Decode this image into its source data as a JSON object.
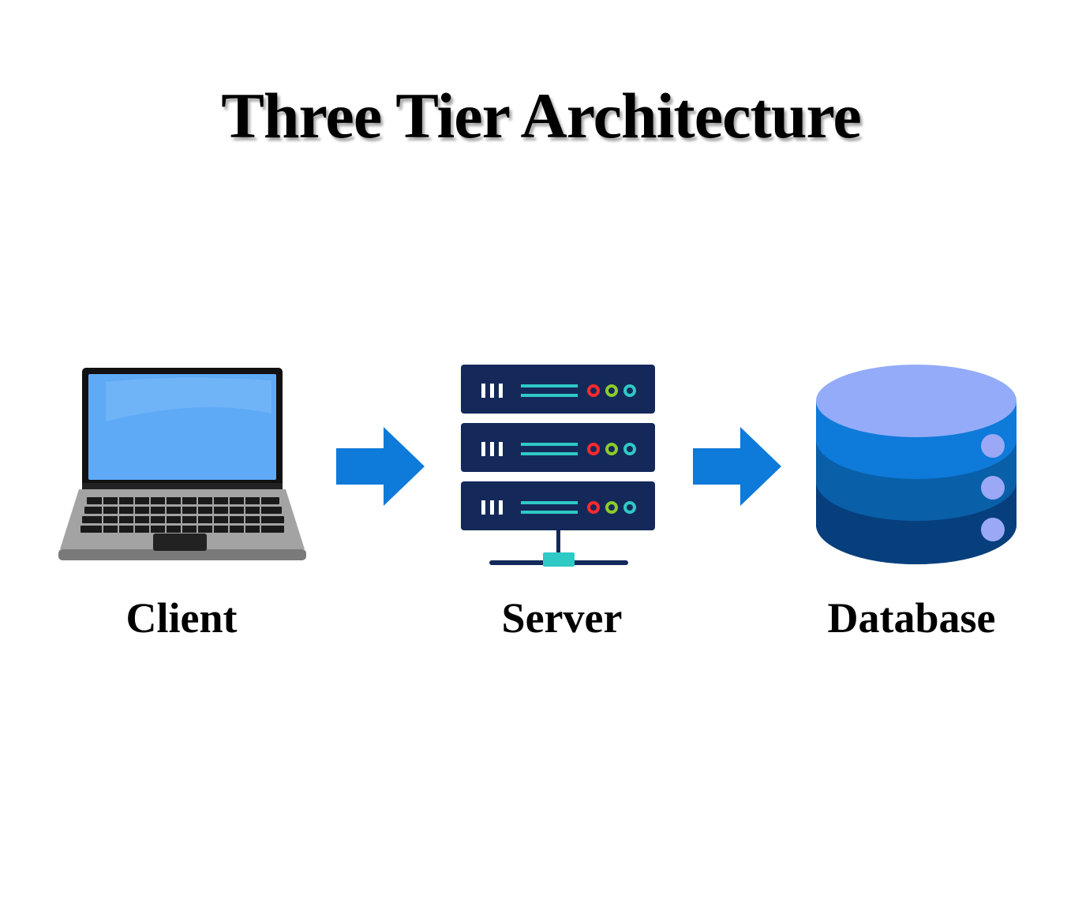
{
  "title": "Three Tier Architecture",
  "tiers": [
    {
      "label": "Client",
      "icon": "laptop-icon"
    },
    {
      "label": "Server",
      "icon": "server-rack-icon"
    },
    {
      "label": "Database",
      "icon": "database-icon"
    }
  ],
  "connectors": [
    {
      "from": "Client",
      "to": "Server",
      "icon": "arrow-right-icon"
    },
    {
      "from": "Server",
      "to": "Database",
      "icon": "arrow-right-icon"
    }
  ],
  "colors": {
    "arrow": "#0e7ad9",
    "laptop_screen": "#5eaaf6",
    "laptop_body": "#a3a3a3",
    "server_panel": "#14295a",
    "server_line": "#2fc9c6",
    "led_red": "#ff2b2b",
    "led_green": "#8dcc2a",
    "led_teal": "#2fc9c6",
    "db_top": "#93abf9",
    "db_layer1": "#0e7ad9",
    "db_layer2": "#095fa8",
    "db_layer3": "#073f7d",
    "db_dot": "#9aa8f5"
  }
}
